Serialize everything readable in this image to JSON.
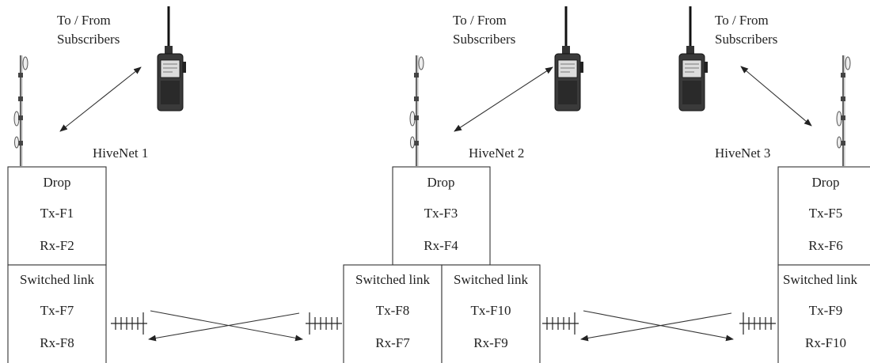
{
  "subscriber_label_line1": "To / From",
  "subscriber_label_line2": "Subscribers",
  "nodes": [
    {
      "name": "HiveNet 1",
      "drop": "Drop",
      "drop_tx": "Tx-F1",
      "drop_rx": "Rx-F2"
    },
    {
      "name": "HiveNet 2",
      "drop": "Drop",
      "drop_tx": "Tx-F3",
      "drop_rx": "Rx-F4"
    },
    {
      "name": "HiveNet 3",
      "drop": "Drop",
      "drop_tx": "Tx-F5",
      "drop_rx": "Rx-F6"
    }
  ],
  "switched_links": [
    {
      "title": "Switched link",
      "tx": "Tx-F7",
      "rx": "Rx-F8"
    },
    {
      "title": "Switched link",
      "tx": "Tx-F8",
      "rx": "Rx-F7"
    },
    {
      "title": "Switched link",
      "tx": "Tx-F10",
      "rx": "Rx-F9"
    },
    {
      "title": "Switched link",
      "tx": "Tx-F9",
      "rx": "Rx-F10"
    }
  ]
}
